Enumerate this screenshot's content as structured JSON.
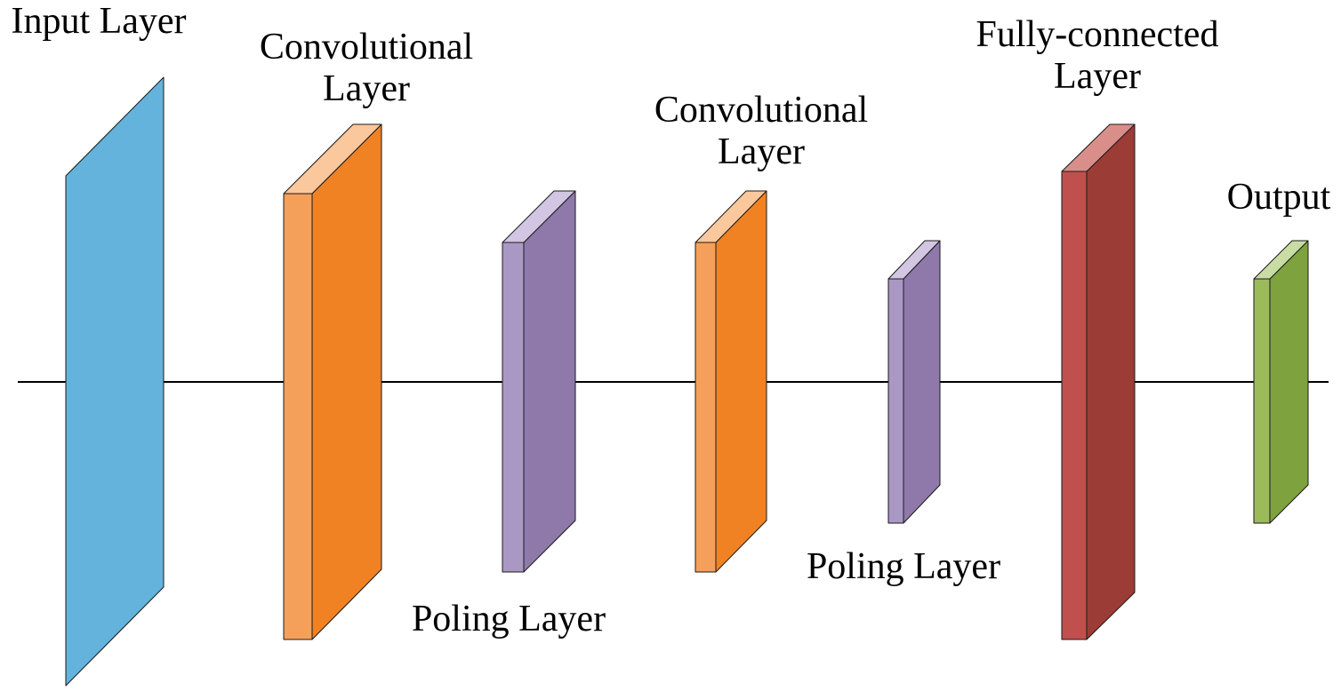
{
  "diagram": {
    "colors": {
      "axis": "#000000",
      "outline": "#1a1a1a",
      "input": "#63b3dc",
      "conv_front": "#f5a05a",
      "conv_side": "#f08224",
      "conv_top": "#fbc79c",
      "pool_front": "#aa98c4",
      "pool_side": "#8f79aa",
      "pool_top": "#d2c6e2",
      "fc_front": "#c0504d",
      "fc_side": "#9b3c36",
      "fc_top": "#d98e8a",
      "out_front": "#9bbb59",
      "out_side": "#7da23e",
      "out_top": "#c9dca4"
    },
    "layers": [
      {
        "kind": "input",
        "label_lines": [
          "Input Layer"
        ]
      },
      {
        "kind": "conv",
        "label_lines": [
          "Convolutional",
          "Layer"
        ]
      },
      {
        "kind": "pool",
        "label_lines": [
          "Poling Layer"
        ]
      },
      {
        "kind": "conv",
        "label_lines": [
          "Convolutional",
          "Layer"
        ]
      },
      {
        "kind": "pool",
        "label_lines": [
          "Poling Layer"
        ]
      },
      {
        "kind": "fc",
        "label_lines": [
          "Fully-connected",
          "Layer"
        ]
      },
      {
        "kind": "output",
        "label_lines": [
          "Output"
        ]
      }
    ]
  }
}
